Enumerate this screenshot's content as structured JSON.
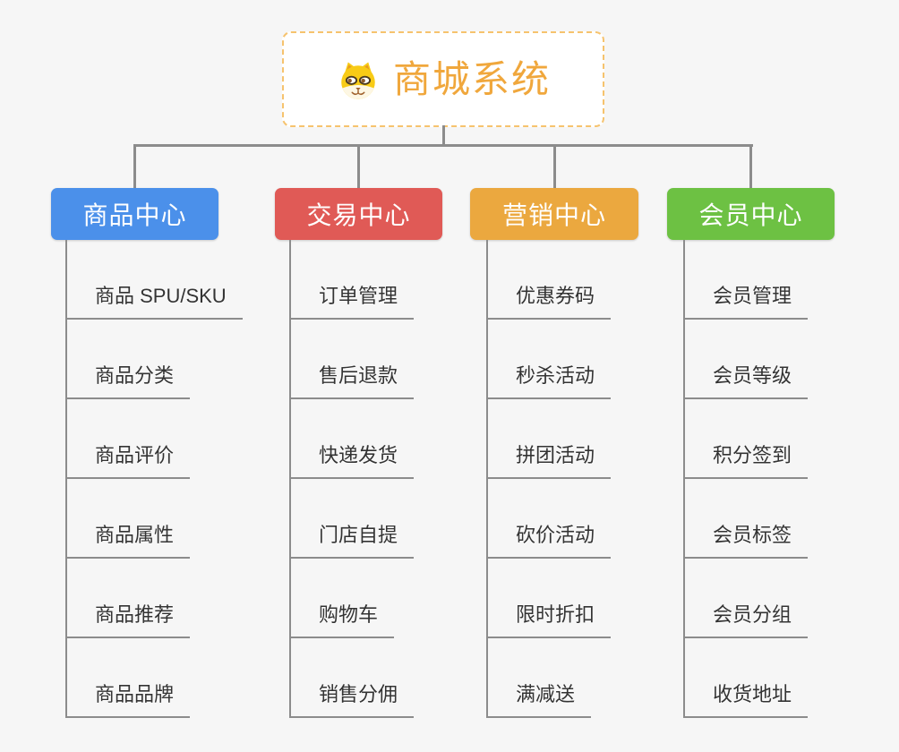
{
  "page": {
    "background_color": "#F6F6F6",
    "connector_color": "#8C8C8C"
  },
  "root": {
    "title": "商城系统",
    "icon": "dog-face-icon",
    "text_color": "#F0A73C",
    "border_color": "#F6C36E"
  },
  "branches": [
    {
      "label": "商品中心",
      "color": "#4B90EA",
      "children": [
        "商品 SPU/SKU",
        "商品分类",
        "商品评价",
        "商品属性",
        "商品推荐",
        "商品品牌"
      ]
    },
    {
      "label": "交易中心",
      "color": "#E05A56",
      "children": [
        "订单管理",
        "售后退款",
        "快递发货",
        "门店自提",
        "购物车",
        "销售分佣"
      ]
    },
    {
      "label": "营销中心",
      "color": "#EBA83F",
      "children": [
        "优惠券码",
        "秒杀活动",
        "拼团活动",
        "砍价活动",
        "限时折扣",
        "满减送"
      ]
    },
    {
      "label": "会员中心",
      "color": "#6DC143",
      "children": [
        "会员管理",
        "会员等级",
        "积分签到",
        "会员标签",
        "会员分组",
        "收货地址"
      ]
    }
  ]
}
